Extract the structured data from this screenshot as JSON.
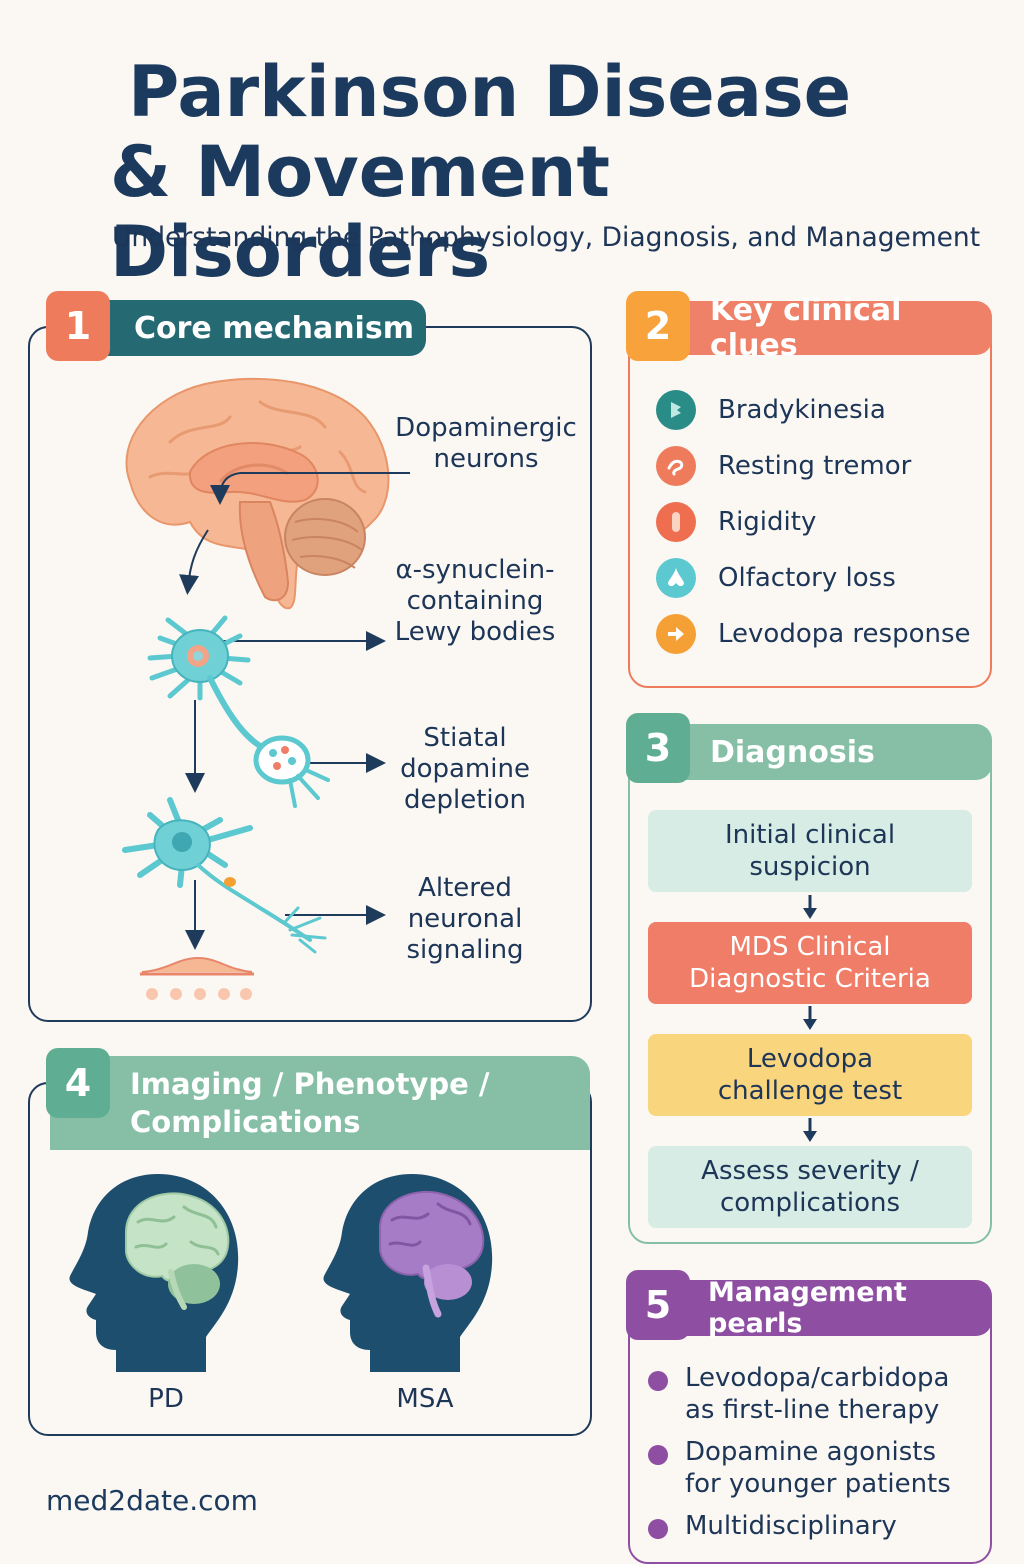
{
  "header": {
    "title_line1": "Parkinson Disease",
    "title_line2": "& Movement Disorders",
    "subtitle": "Understanding the Pathophysiology, Diagnosis, and Management"
  },
  "section1": {
    "number": "1",
    "title": "Core mechanism",
    "labels": [
      {
        "line1": "Dopaminergic",
        "line2": "neurons"
      },
      {
        "line1": "α-synuclein-",
        "line2": "containing",
        "line3": "Lewy bodies"
      },
      {
        "line1": "Stiatal",
        "line2": "dopamine",
        "line3": "depletion"
      },
      {
        "line1": "Altered",
        "line2": "neuronal",
        "line3": "signaling"
      }
    ]
  },
  "section2": {
    "number": "2",
    "title": "Key clinical clues",
    "items": [
      {
        "label": "Bradykinesia",
        "icon": "bradykinesia-icon",
        "color": "#2a8c86"
      },
      {
        "label": "Resting tremor",
        "icon": "tremor-icon",
        "color": "#ee7c5c"
      },
      {
        "label": "Rigidity",
        "icon": "rigidity-icon",
        "color": "#ee6e4f"
      },
      {
        "label": "Olfactory loss",
        "icon": "nose-icon",
        "color": "#5cc8cf"
      },
      {
        "label": "Levodopa response",
        "icon": "arrow-right-icon",
        "color": "#f5a035"
      }
    ]
  },
  "section3": {
    "number": "3",
    "title": "Diagnosis",
    "steps": [
      {
        "line1": "Initial clinical",
        "line2": "suspicion",
        "color": "#d6ece5"
      },
      {
        "line1": "MDS Clinical",
        "line2": "Diagnostic Criteria",
        "color": "#ef7d68"
      },
      {
        "line1": "Levodopa",
        "line2": "challenge test",
        "color": "#f9d57e"
      },
      {
        "line1": "Assess severity /",
        "line2": "complications",
        "color": "#d6ece5"
      }
    ]
  },
  "section4": {
    "number": "4",
    "title_line1": "Imaging / Phenotype /",
    "title_line2": "Complications",
    "captions": [
      "PD",
      "MSA"
    ]
  },
  "section5": {
    "number": "5",
    "title": "Management pearls",
    "items": [
      {
        "line1": "Levodopa/carbidopa",
        "line2": "as first-line therapy"
      },
      {
        "line1": "Dopamine agonists",
        "line2": "for younger patients"
      },
      {
        "line1": "Multidisciplinary",
        "line2": ""
      }
    ]
  },
  "footer": {
    "site": "med2date.com"
  },
  "colors": {
    "navy": "#1b3a5e",
    "teal_header": "#256a72",
    "coral": "#ee7c5c",
    "orange": "#f7a23a",
    "sage": "#86bfa6",
    "purple": "#8e4fa2"
  }
}
